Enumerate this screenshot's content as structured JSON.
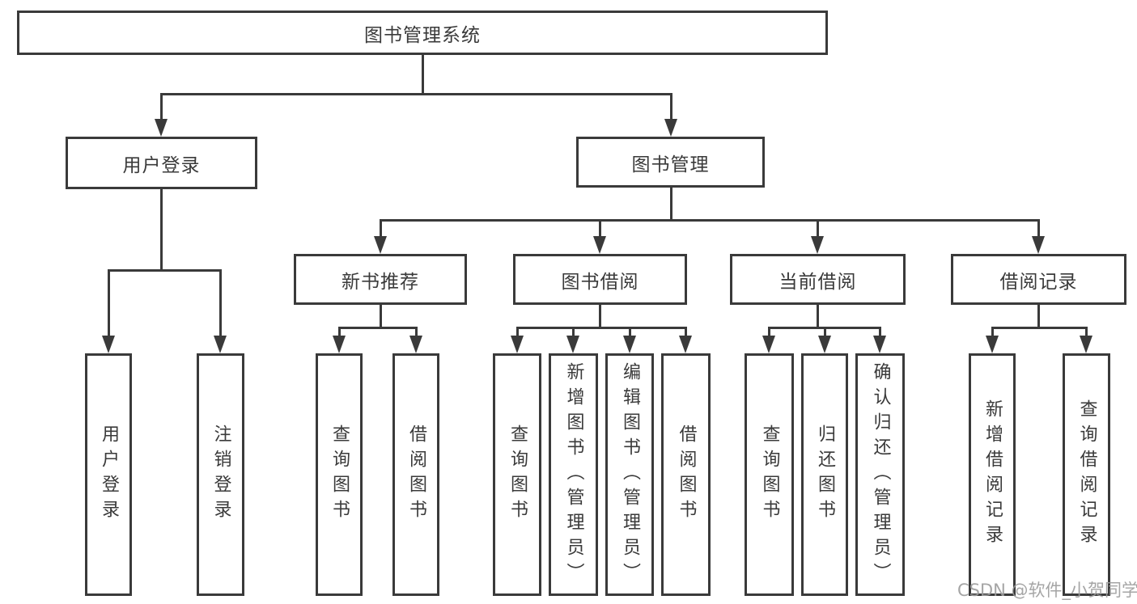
{
  "diagram": {
    "title": "图书管理系统",
    "nodes": {
      "root": "图书管理系统",
      "userLogin": "用户登录",
      "bookMgmt": "图书管理",
      "newBookRec": "新书推荐",
      "bookBorrow": "图书借阅",
      "currentBorrow": "当前借阅",
      "borrowRecord": "借阅记录",
      "leafUserLogin": "用户登录",
      "leafLogout": "注销登录",
      "leafQueryBook1": "查询图书",
      "leafBorrowBook1": "借阅图书",
      "leafQueryBook2": "查询图书",
      "leafAddBook": "新增图书（管理员）",
      "leafEditBook": "编辑图书（管理员）",
      "leafBorrowBook2": "借阅图书",
      "leafQueryBook3": "查询图书",
      "leafReturnBook": "归还图书",
      "leafConfirmReturn": "确认归还（管理员）",
      "leafAddRecord": "新增借阅记录",
      "leafQueryRecord": "查询借阅记录"
    },
    "structure": {
      "图书管理系统": {
        "用户登录": [
          "用户登录",
          "注销登录"
        ],
        "图书管理": {
          "新书推荐": [
            "查询图书",
            "借阅图书"
          ],
          "图书借阅": [
            "查询图书",
            "新增图书（管理员）",
            "编辑图书（管理员）",
            "借阅图书"
          ],
          "当前借阅": [
            "查询图书",
            "归还图书",
            "确认归还（管理员）"
          ],
          "借阅记录": [
            "新增借阅记录",
            "查询借阅记录"
          ]
        }
      }
    },
    "colors": {
      "line": "#3a3a3a",
      "text": "#3a3a3a",
      "background": "#ffffff",
      "watermark": "#9c9c9c"
    },
    "watermark": "CSDN @软件_小贺同学"
  }
}
